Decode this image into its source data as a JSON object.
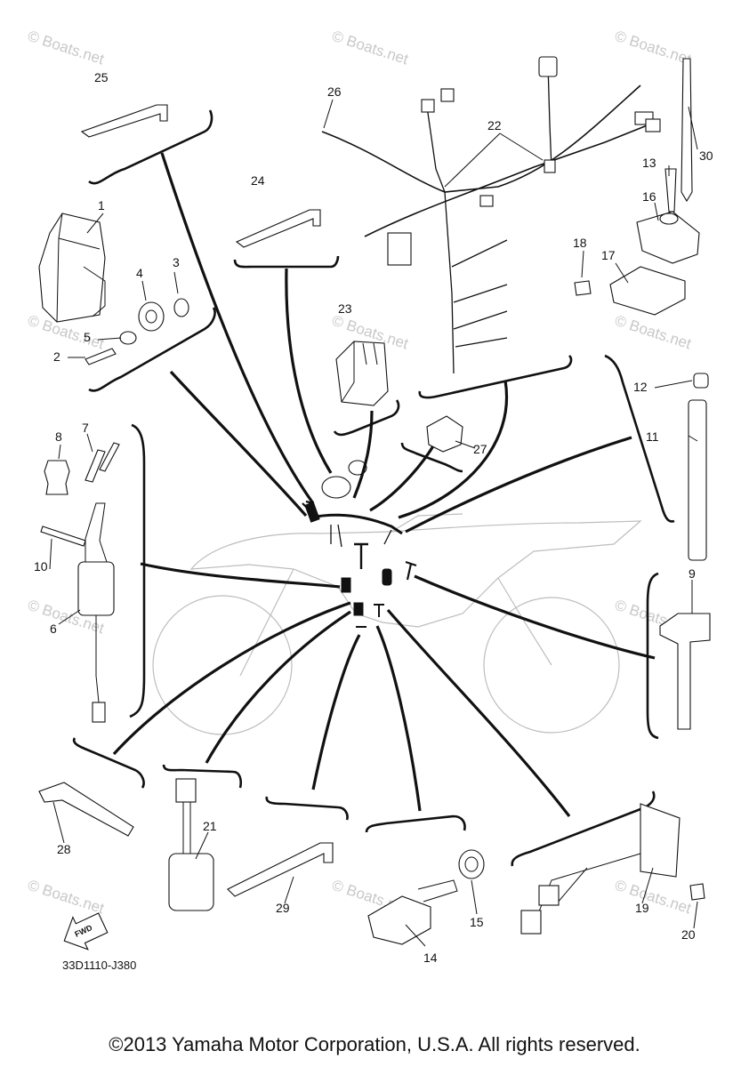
{
  "watermark": "© Boats.net",
  "diagram_code": "33D1110-J380",
  "fwd_label": "FWD",
  "copyright": "©2013 Yamaha Motor Corporation, U.S.A. All rights reserved.",
  "callouts": {
    "c1": "1",
    "c2": "2",
    "c3": "3",
    "c4": "4",
    "c5": "5",
    "c6": "6",
    "c7": "7",
    "c8": "8",
    "c9": "9",
    "c10": "10",
    "c11": "11",
    "c12": "12",
    "c13": "13",
    "c14": "14",
    "c15": "15",
    "c16": "16",
    "c17": "17",
    "c18": "18",
    "c19": "19",
    "c20": "20",
    "c21": "21",
    "c22": "22",
    "c23": "23",
    "c24": "24",
    "c25": "25",
    "c26": "26",
    "c27": "27",
    "c28": "28",
    "c29": "29",
    "c30": "30"
  }
}
